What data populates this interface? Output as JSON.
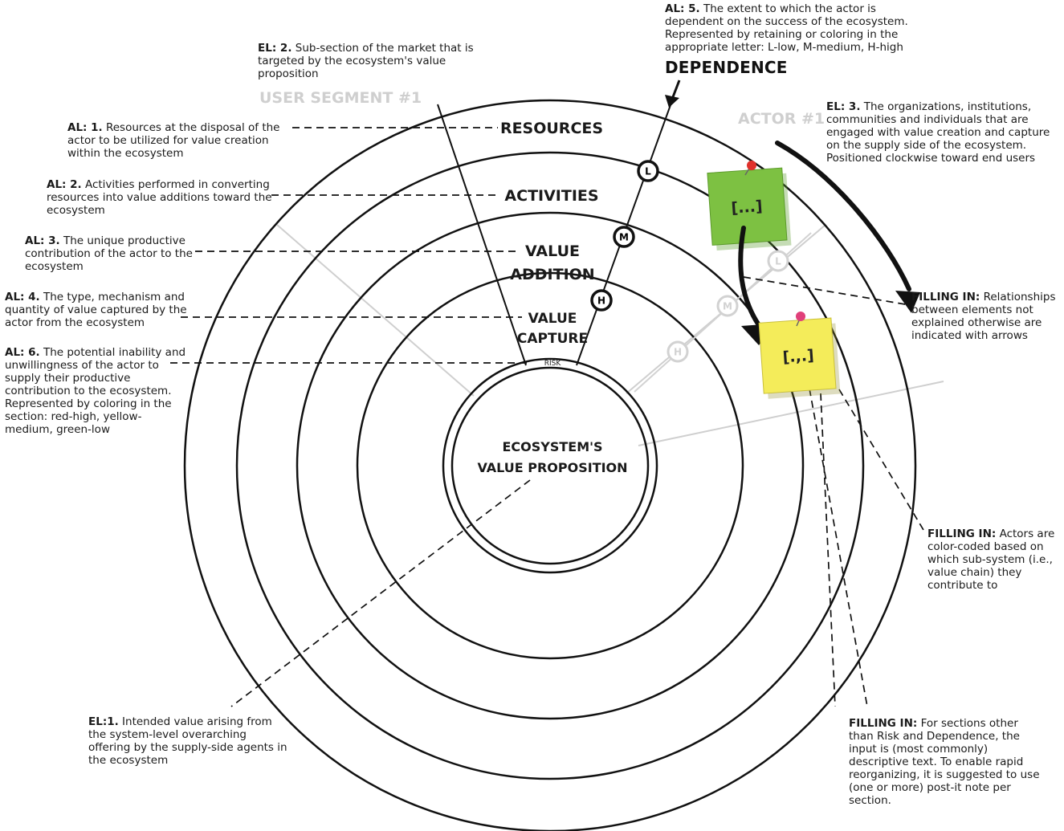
{
  "diagram": {
    "rings": {
      "resources": "RESOURCES",
      "activities": "ACTIVITIES",
      "value_addition_1": "VALUE",
      "value_addition_2": "ADDITION",
      "value_capture_1": "VALUE",
      "value_capture_2": "CAPTURE",
      "risk": "RISK"
    },
    "core": {
      "line1": "ECOSYSTEM'S",
      "line2": "VALUE PROPOSITION"
    },
    "user_segment": "USER SEGMENT #1",
    "actor": "ACTOR #1",
    "dependence_title": "DEPENDENCE",
    "dependence_markers": {
      "low": "L",
      "medium": "M",
      "high": "H"
    },
    "post_it_green": "[...]",
    "post_it_yellow": "[.,.]",
    "colors": {
      "ring_stroke": "#111111",
      "ghost_gray": "#cfcfcf",
      "post_it_green": "#7dc142",
      "post_it_yellow": "#f4ec5a",
      "pin_red": "#e0312b",
      "pin_pink": "#e0407a"
    }
  },
  "annotations": {
    "al5": {
      "key": "AL: 5.",
      "text": " The extent to which the actor is dependent on the success of the ecosystem. Represented by retaining or coloring in the appropriate letter: L-low, M-medium, H-high"
    },
    "el2": {
      "key": "EL: 2.",
      "text": " Sub-section of the market that is targeted by the ecosystem's value proposition"
    },
    "el3": {
      "key": "EL: 3.",
      "text": " The organizations, institutions, communities and individuals that are engaged with value creation and capture on the supply side of the ecosystem. Positioned clockwise toward end users"
    },
    "al1": {
      "key": "AL: 1.",
      "text": " Resources at the disposal of the actor to be utilized for value creation within the ecosystem"
    },
    "al2": {
      "key": "AL: 2.",
      "text": " Activities performed in converting resources into value additions toward the ecosystem"
    },
    "al3": {
      "key": "AL: 3.",
      "text": " The unique productive contribution of the actor to the ecosystem"
    },
    "al4": {
      "key": "AL: 4.",
      "text": " The type, mechanism and quantity of value captured by the actor from the ecosystem"
    },
    "al6": {
      "key": "AL: 6.",
      "text": " The potential inability and unwillingness of the actor to supply their productive contribution to the ecosystem. Represented by coloring in the section: red-high, yellow-medium, green-low"
    },
    "fill1": {
      "key": "FILLING IN:",
      "text": " Relationships between elements not explained otherwise are indicated with arrows"
    },
    "fill2": {
      "key": "FILLING IN:",
      "text": " Actors are color-coded based on which sub-system (i.e., value chain) they contribute to"
    },
    "el1": {
      "key": "EL:1.",
      "text": " Intended value arising from the system-level overarching offering by the supply-side agents in the ecosystem"
    },
    "fill3": {
      "key": "FILLING IN:",
      "text": " For sections other than Risk and Dependence, the input is (most commonly) descriptive text. To enable rapid reorganizing, it is suggested to use (one or more) post-it note per section."
    }
  }
}
